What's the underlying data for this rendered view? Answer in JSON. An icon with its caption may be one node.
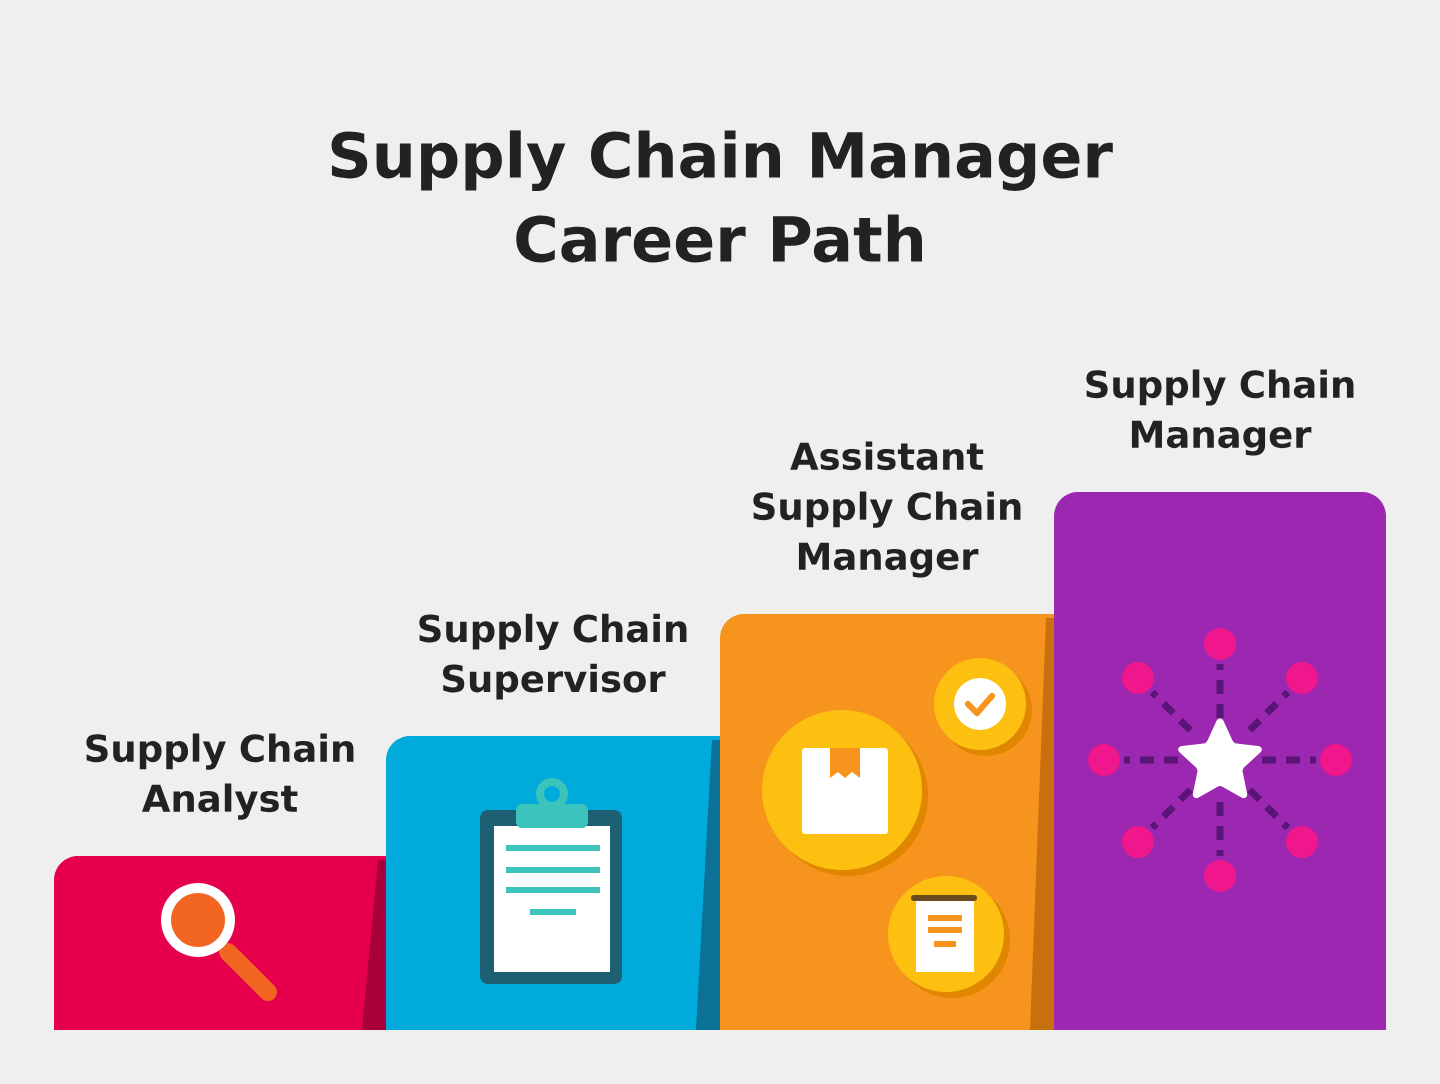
{
  "diagram": {
    "title": "Supply Chain Manager Career Path",
    "nodes": [
      {
        "text": [
          "Supply Chain Analyst"
        ]
      },
      {
        "text": [
          "Supply Chain Supervisor"
        ]
      },
      {
        "text": [
          "Assistant Supply Chain Manager"
        ]
      },
      {
        "text": [
          "Supply Chain Manager"
        ]
      }
    ]
  }
}
